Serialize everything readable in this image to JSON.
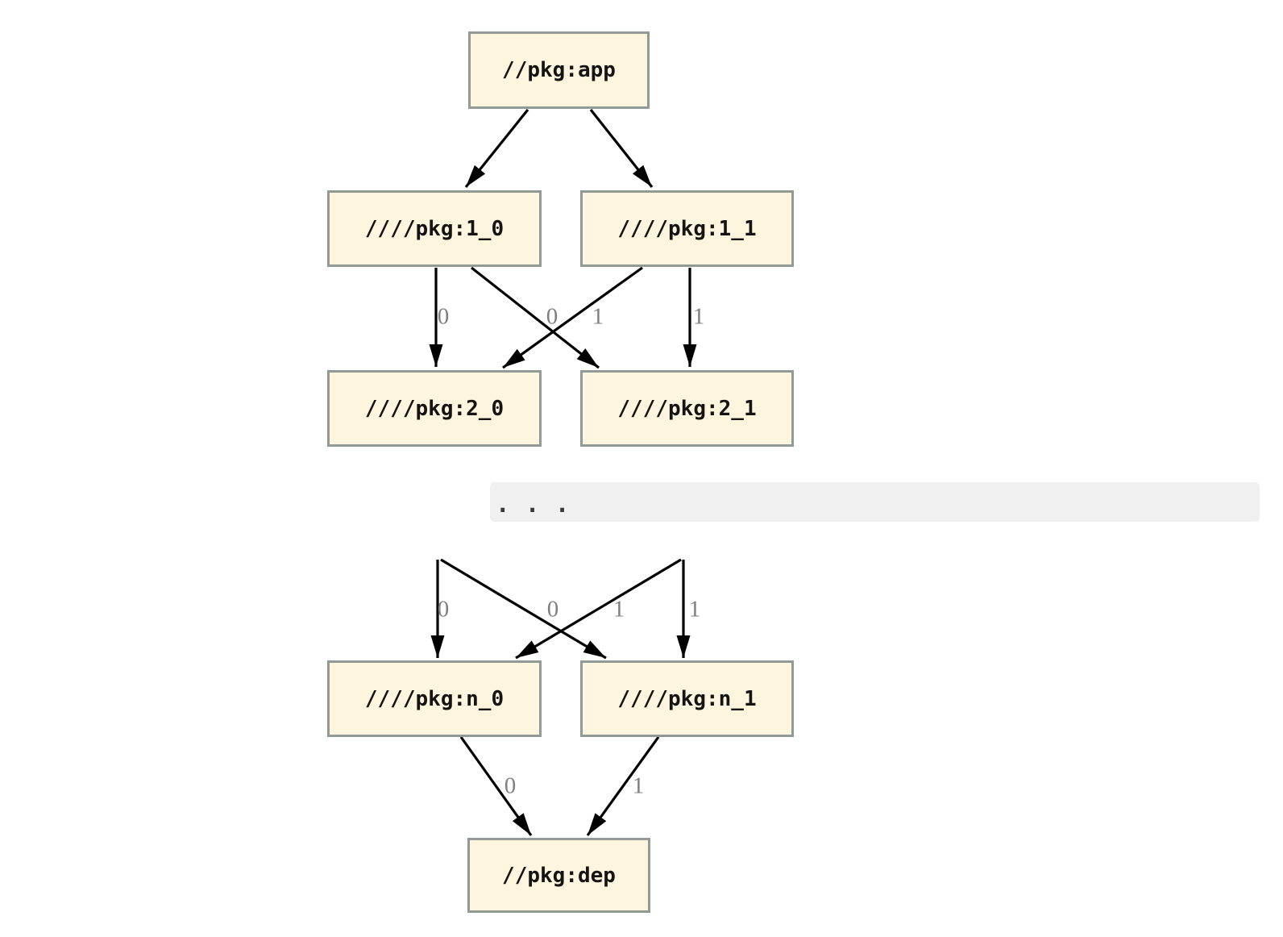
{
  "diagram": {
    "nodes": {
      "app": {
        "label": "//pkg:app"
      },
      "l1_0": {
        "label": "////pkg:1_0"
      },
      "l1_1": {
        "label": "////pkg:1_1"
      },
      "l2_0": {
        "label": "////pkg:2_0"
      },
      "l2_1": {
        "label": "////pkg:2_1"
      },
      "ln_0": {
        "label": "////pkg:n_0"
      },
      "ln_1": {
        "label": "////pkg:n_1"
      },
      "dep": {
        "label": "//pkg:dep"
      }
    },
    "ellipsis_text": ". . .",
    "edge_labels": {
      "upper": [
        "0",
        "0",
        "1",
        "1"
      ],
      "lower": [
        "0",
        "0",
        "1",
        "1"
      ],
      "dep": [
        "0",
        "1"
      ]
    },
    "colors": {
      "background": "#ffffff",
      "node-fill": "#fdf5dd",
      "node-border": "#919a94",
      "node-text": "#141414",
      "edge": "#000000",
      "edge-label": "#7f7f7f",
      "code-bg": "#f0f0f0",
      "code-text": "#3a3a3a"
    }
  }
}
